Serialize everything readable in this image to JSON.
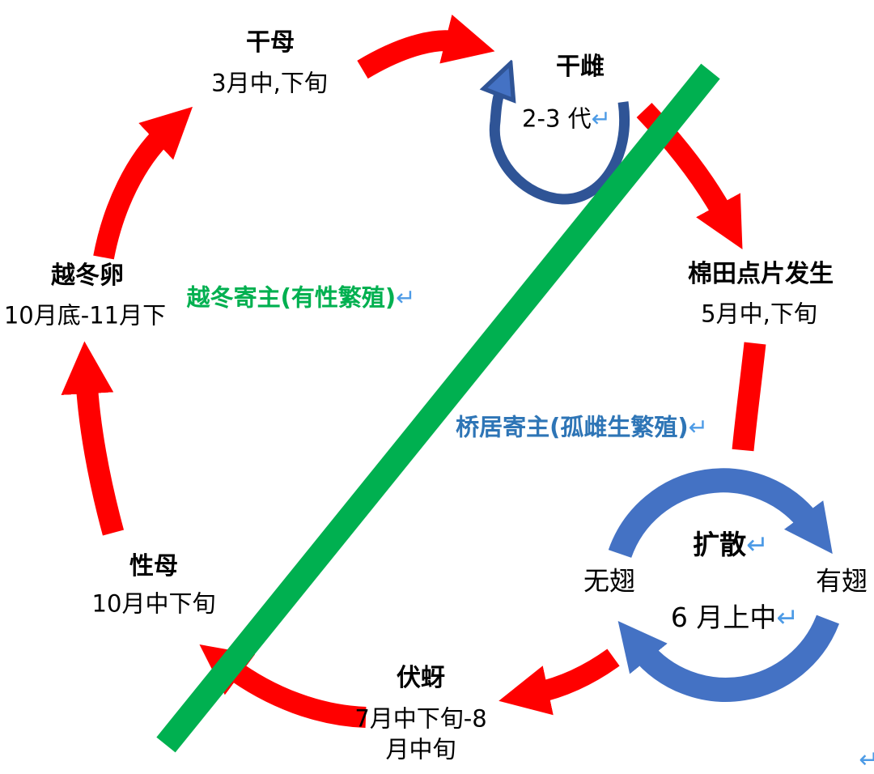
{
  "diagram_title": "aphid-life-cycle-diagram",
  "colors": {
    "arrow_red": "#FF0000",
    "divider_green": "#00B050",
    "cycle_blue": "#4472C4",
    "loop_dark_blue": "#2F5496",
    "host_green_text": "#00B050",
    "host_blue_text": "#2E75B6",
    "return_symbol_blue": "#4D9BE6"
  },
  "nodes": {
    "gan_mu": {
      "title": "干母",
      "subtitle": "3月中,下旬"
    },
    "gan_ci": {
      "title": "干雌",
      "subtitle": "2-3 代",
      "return_symbol": "↵"
    },
    "mian_tian": {
      "title": "棉田点片发生",
      "subtitle": "5月中,下旬"
    },
    "fu_ya": {
      "title": "伏蚜",
      "subtitle_line1": "7月中下旬-8",
      "subtitle_line2": "月中旬"
    },
    "xing_mu": {
      "title": "性母",
      "subtitle": "10月中下旬"
    },
    "yue_dong_luan": {
      "title": "越冬卵",
      "subtitle": "10月底-11月下"
    }
  },
  "section_labels": {
    "overwinter_host": {
      "text": "越冬寄主(有性繁殖)",
      "return_symbol": "↵"
    },
    "bridge_host": {
      "text": "桥居寄主(孤雌生繁殖)",
      "return_symbol": "↵"
    }
  },
  "dispersal_cycle": {
    "title": "扩散",
    "title_return": "↵",
    "left_label": "无翅",
    "right_label": "有翅",
    "period": "6 月上中",
    "period_return": "↵"
  },
  "corner": {
    "return_symbol": "↵"
  }
}
